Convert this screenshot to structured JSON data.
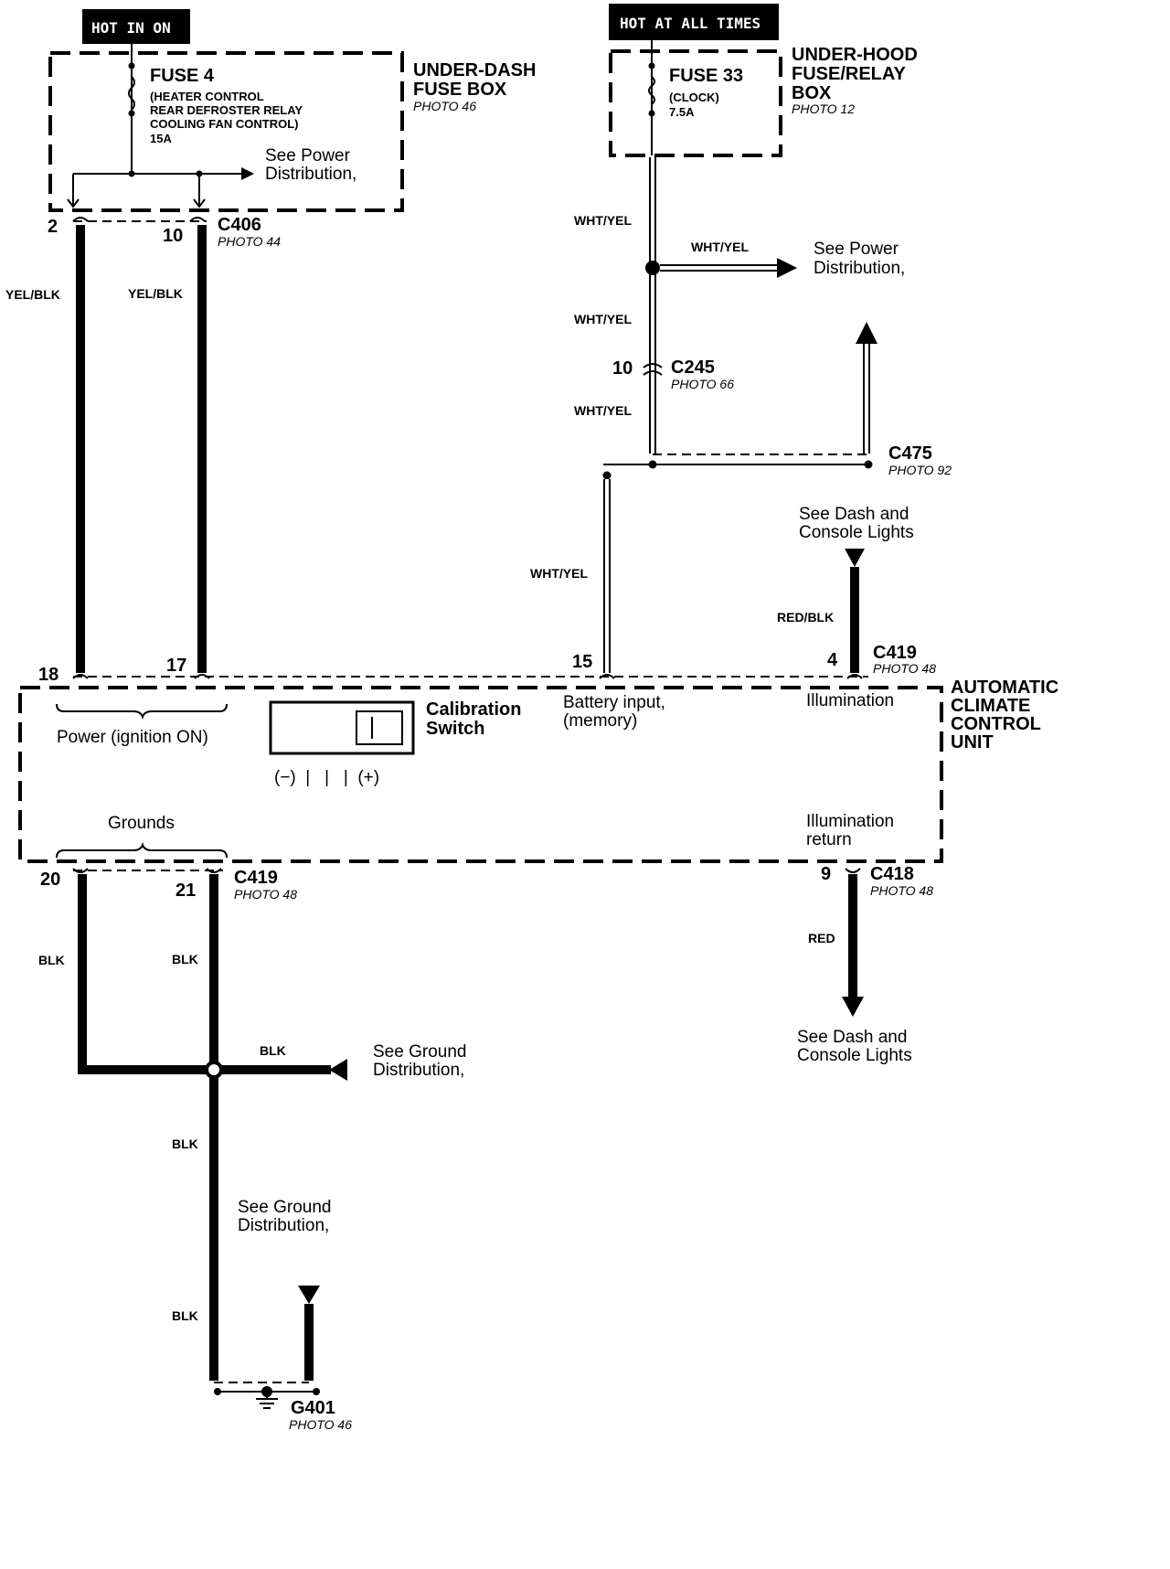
{
  "header_left": "HOT IN ON",
  "header_right": "HOT AT ALL TIMES",
  "underdash": {
    "fuse_title": "FUSE 4",
    "fuse_line1": "(HEATER CONTROL",
    "fuse_line2": "REAR DEFROSTER RELAY",
    "fuse_line3": "COOLING FAN CONTROL)",
    "fuse_rating": "15A",
    "box_line1": "UNDER-DASH",
    "box_line2": "FUSE BOX",
    "photo": "PHOTO 46",
    "see_power_1": "See Power",
    "see_power_2": "Distribution,"
  },
  "underhood": {
    "fuse_title": "FUSE 33",
    "fuse_line1": "(CLOCK)",
    "fuse_rating": "7.5A",
    "box_line1": "UNDER-HOOD",
    "box_line2": "FUSE/RELAY",
    "box_line3": "BOX",
    "photo": "PHOTO 12"
  },
  "c406": {
    "name": "C406",
    "photo": "PHOTO 44",
    "pin_left": "2",
    "pin_right": "10"
  },
  "wire_yelblk_left": "YEL/BLK",
  "wire_yelblk_right": "YEL/BLK",
  "wire_whtyel_1": "WHT/YEL",
  "wire_whtyel_branch": "WHT/YEL",
  "see_power_right_1": "See Power",
  "see_power_right_2": "Distribution,",
  "wire_whtyel_2": "WHT/YEL",
  "c245": {
    "name": "C245",
    "photo": "PHOTO 66",
    "pin": "10"
  },
  "wire_whtyel_3": "WHT/YEL",
  "c475": {
    "name": "C475",
    "photo": "PHOTO 92"
  },
  "wire_whtyel_4": "WHT/YEL",
  "see_dash_top_1": "See Dash and",
  "see_dash_top_2": "Console Lights",
  "wire_redblk": "RED/BLK",
  "c419_top": {
    "name": "C419",
    "photo": "PHOTO 48",
    "pin": "4"
  },
  "pins_unit_top": {
    "p18": "18",
    "p17": "17",
    "p15": "15"
  },
  "unit": {
    "title1": "AUTOMATIC",
    "title2": "CLIMATE",
    "title3": "CONTROL",
    "title4": "UNIT",
    "power_label": "Power (ignition ON)",
    "calib1": "Calibration",
    "calib2": "Switch",
    "calib_scale": "(−)  |   |   |  (+)",
    "battery1": "Battery input,",
    "battery2": "(memory)",
    "illum": "Illumination",
    "grounds": "Grounds",
    "illum_ret1": "Illumination",
    "illum_ret2": "return"
  },
  "c419_bottom": {
    "name": "C419",
    "photo": "PHOTO 48",
    "pin20": "20",
    "pin21": "21"
  },
  "c418": {
    "name": "C418",
    "photo": "PHOTO 48",
    "pin": "9"
  },
  "wire_red": "RED",
  "see_dash_bottom_1": "See Dash and",
  "see_dash_bottom_2": "Console Lights",
  "wire_blk_1": "BLK",
  "wire_blk_2": "BLK",
  "wire_blk_3": "BLK",
  "see_ground_1a": "See Ground",
  "see_ground_1b": "Distribution,",
  "wire_blk_4": "BLK",
  "see_ground_2a": "See Ground",
  "see_ground_2b": "Distribution,",
  "wire_blk_5": "BLK",
  "g401": {
    "name": "G401",
    "photo": "PHOTO 46"
  }
}
